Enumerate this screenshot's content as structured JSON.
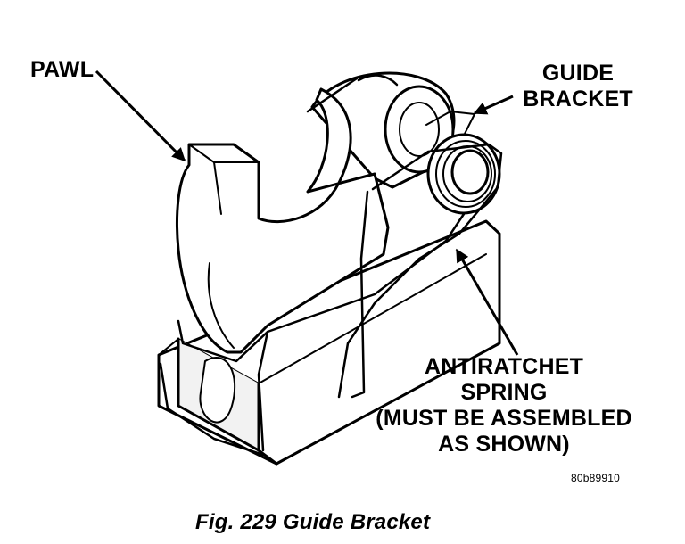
{
  "figure": {
    "labels": {
      "pawl": "PAWL",
      "guide_bracket": [
        "GUIDE",
        "BRACKET"
      ],
      "antiratchet_spring": [
        "ANTIRATCHET",
        "SPRING",
        "(MUST BE ASSEMBLED",
        "AS SHOWN)"
      ]
    },
    "image_code": "80b89910",
    "caption": "Fig. 229 Guide Bracket"
  }
}
